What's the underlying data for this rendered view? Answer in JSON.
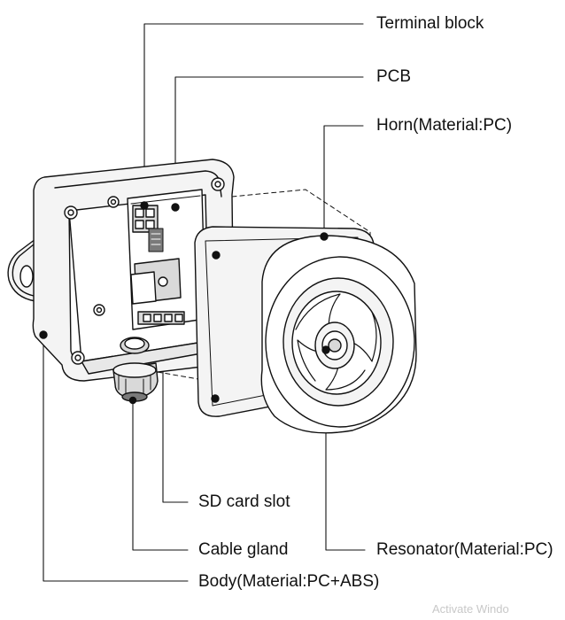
{
  "labels": {
    "terminal_block": "Terminal block",
    "pcb": "PCB",
    "horn": "Horn(Material:PC)",
    "sd_card_slot": "SD card slot",
    "cable_gland": "Cable gland",
    "resonator": "Resonator(Material:PC)",
    "body": "Body(Material:PC+ABS)"
  },
  "watermark": "Activate Windo",
  "colors": {
    "line": "#111111",
    "fill_light": "#f4f4f4",
    "fill_mid": "#d9d9d9",
    "fill_dark": "#7a7a7a"
  }
}
